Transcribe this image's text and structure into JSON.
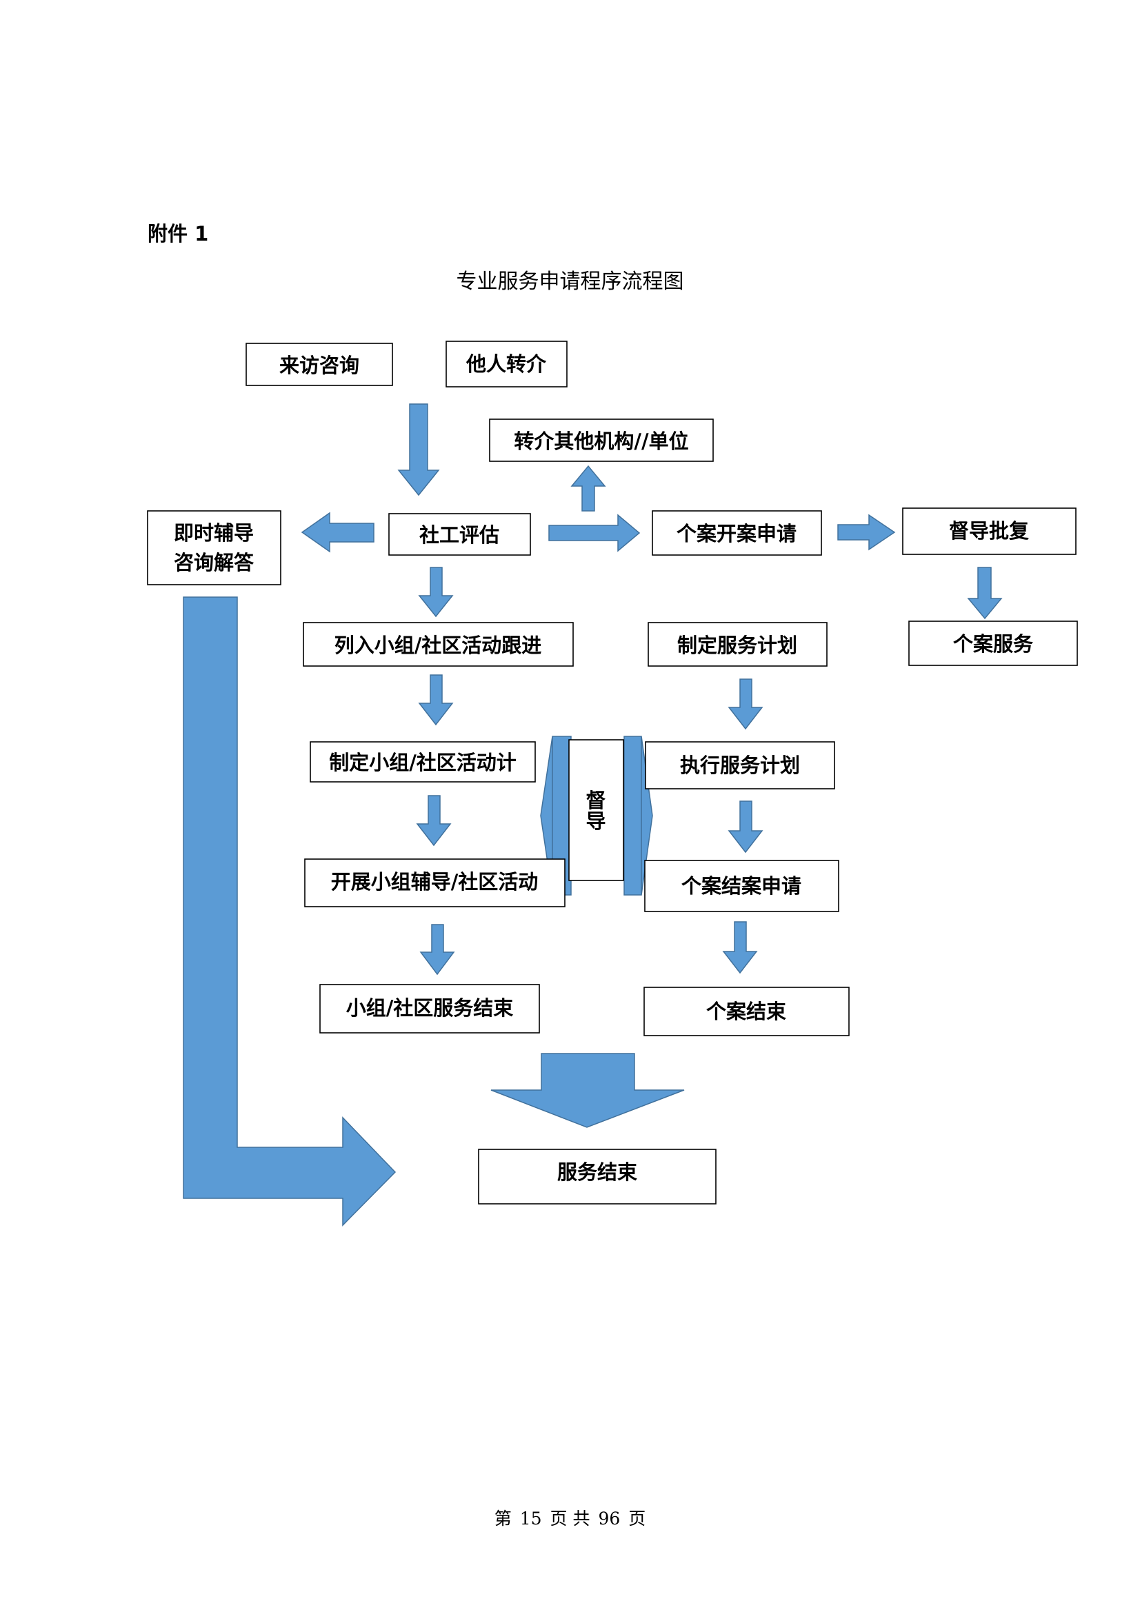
{
  "attachment_label": "附件 1",
  "title": "专业服务申请程序流程图",
  "nodes": {
    "visit_consult": "来访咨询",
    "referral_in": "他人转介",
    "referral_out": "转介其他机构//单位",
    "immediate_line1": "即时辅导",
    "immediate_line2": "咨询解答",
    "assessment": "社工评估",
    "case_apply": "个案开案申请",
    "supervisor_approval": "督导批复",
    "group_followup": "列入小组/社区活动跟进",
    "service_plan": "制定服务计划",
    "case_service": "个案服务",
    "group_plan": "制定小组/社区活动计",
    "execute_plan": "执行服务计划",
    "supervision_line1": "督",
    "supervision_line2": "导",
    "group_conduct": "开展小组辅导/社区活动",
    "case_close_apply": "个案结案申请",
    "group_end": "小组/社区服务结束",
    "case_end": "个案结束",
    "service_end": "服务结束"
  },
  "footer": {
    "page_prefix": "第",
    "page_number": "15",
    "page_mid": "页  共",
    "page_total": "96",
    "page_suffix": "页"
  }
}
